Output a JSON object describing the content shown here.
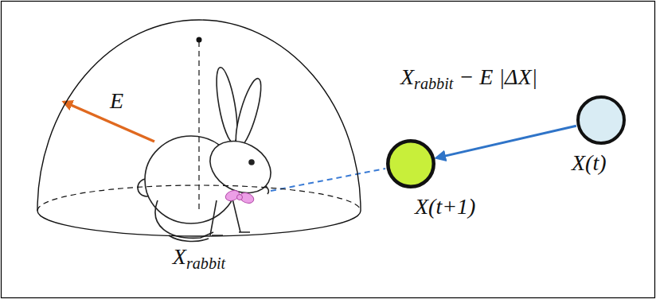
{
  "diagram": {
    "nodes": [
      {
        "text": [
          "Xrabbit"
        ]
      },
      {
        "text": [
          "X(t+1)"
        ]
      },
      {
        "text": [
          "X(t)"
        ]
      }
    ],
    "edges": [
      {
        "from": 2,
        "to": 1,
        "arrow": "to",
        "label": "Xrabbit − E |ΔX|"
      }
    ],
    "labels": [
      "E"
    ]
  }
}
